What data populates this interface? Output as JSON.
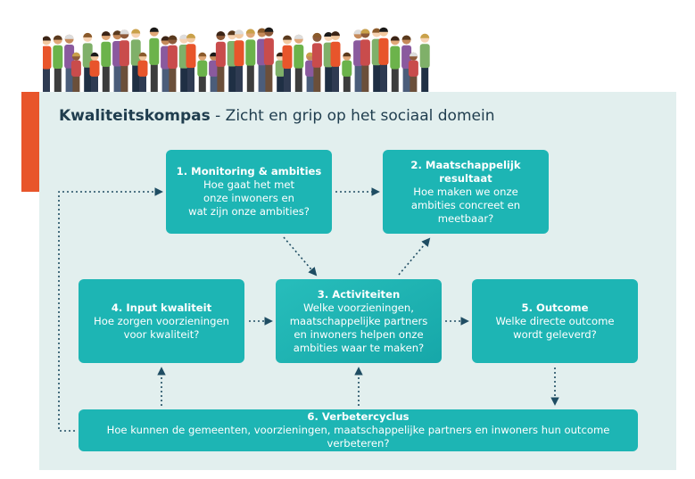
{
  "title": {
    "bold": "Kwaliteitskompas",
    "rest": " - Zicht en grip op het sociaal domein"
  },
  "boxes": {
    "b1": {
      "heading": "1. Monitoring & ambities",
      "lines": [
        "Hoe gaat het met",
        "onze inwoners en",
        "wat zijn onze ambities?"
      ]
    },
    "b2": {
      "heading": "2. Maatschappelijk resultaat",
      "lines": [
        "Hoe maken we onze",
        "ambities concreet en",
        "meetbaar?"
      ]
    },
    "b3": {
      "heading": "3. Activiteiten",
      "lines": [
        "Welke voorzieningen,",
        "maatschappelijke partners",
        "en inwoners helpen onze",
        "ambities waar te maken?"
      ]
    },
    "b4": {
      "heading": "4. Input kwaliteit",
      "lines": [
        "Hoe zorgen voorzieningen",
        "voor kwaliteit?"
      ]
    },
    "b5": {
      "heading": "5. Outcome",
      "lines": [
        "Welke directe outcome",
        "wordt geleverd?"
      ]
    },
    "b6": {
      "heading": "6. Verbetercyclus",
      "lines": [
        "Hoe kunnen de gemeenten, voorzieningen, maatschappelijke partners en inwoners hun outcome verbeteren?"
      ]
    }
  },
  "colors": {
    "box": "#1db5b4",
    "panel": "#e2efee",
    "accent": "#e8552b",
    "title": "#1f3d4e",
    "arrow": "#1f4d63"
  }
}
